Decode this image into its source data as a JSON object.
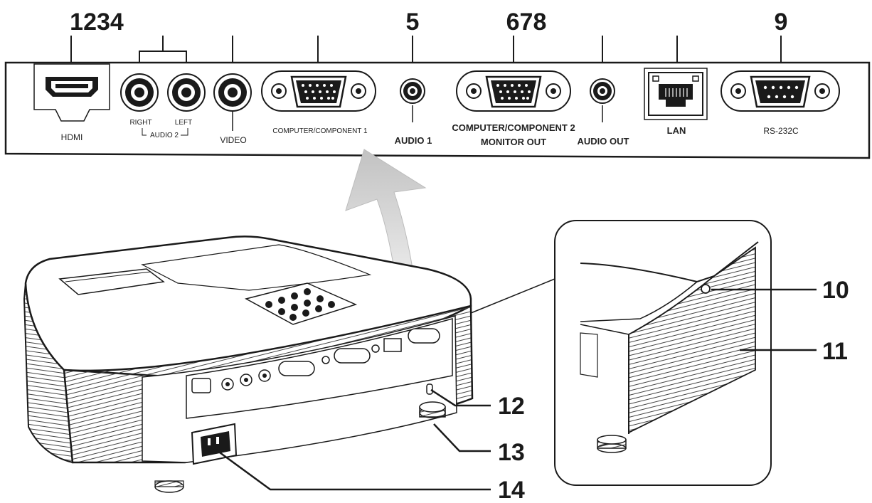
{
  "callouts": {
    "n1234": "1234",
    "n5": "5",
    "n678": "678",
    "n9": "9",
    "n10": "10",
    "n11": "11",
    "n12": "12",
    "n13": "13",
    "n14": "14"
  },
  "ports": {
    "hdmi": "HDMI",
    "right": "RIGHT",
    "left": "LEFT",
    "audio2": "AUDIO 2",
    "video": "VIDEO",
    "computer1": "COMPUTER/COMPONENT 1",
    "audio1": "AUDIO 1",
    "computer2": "COMPUTER/COMPONENT 2",
    "monitor_out": "MONITOR OUT",
    "audio_out": "AUDIO OUT",
    "lan": "LAN",
    "rs232c": "RS-232C"
  },
  "colors": {
    "ink": "#1a1a1a",
    "arrow": "#cfcfcf"
  }
}
